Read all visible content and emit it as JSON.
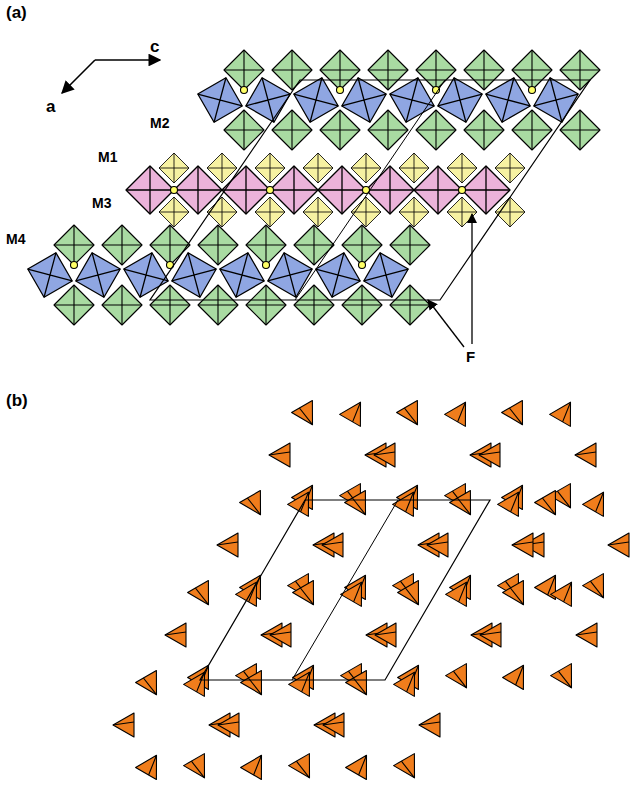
{
  "diagram": {
    "labels": [
      "(a)",
      "c",
      "a",
      "M2",
      "M1",
      "M3",
      "M4",
      "F",
      "(b)"
    ]
  }
}
